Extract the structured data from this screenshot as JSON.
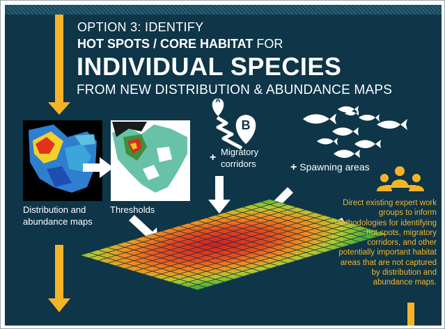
{
  "title": {
    "line1": "OPTION 3: IDENTIFY",
    "line2_bold": "HOT SPOTS / CORE HABITAT",
    "line2_rest": " FOR",
    "line3": "INDIVIDUAL SPECIES",
    "line4": "FROM NEW DISTRIBUTION & ABUNDANCE MAPS"
  },
  "labels": {
    "distribution": "Distribution and abundance maps",
    "thresholds": "Thresholds",
    "migratory_plus": "+",
    "migratory": "Migratory corridors",
    "spawning_plus": "+",
    "spawning": " Spawning areas",
    "pin_a": "A",
    "pin_b": "B"
  },
  "note": "Direct existing expert work groups to inform methodologies for identifying hot spots, migratory corridors, and other potentially important habitat areas that are not captured by distribution and abundance maps.",
  "colors": {
    "background": "#0e3548",
    "accent_yellow": "#f5b428",
    "text": "#ffffff"
  },
  "icons": [
    "down-arrow-icon",
    "map-thumbnail",
    "threshold-map-thumbnail",
    "location-pin-a-icon",
    "location-pin-b-icon",
    "fish-school-icon",
    "people-group-icon",
    "habitat-grid"
  ]
}
